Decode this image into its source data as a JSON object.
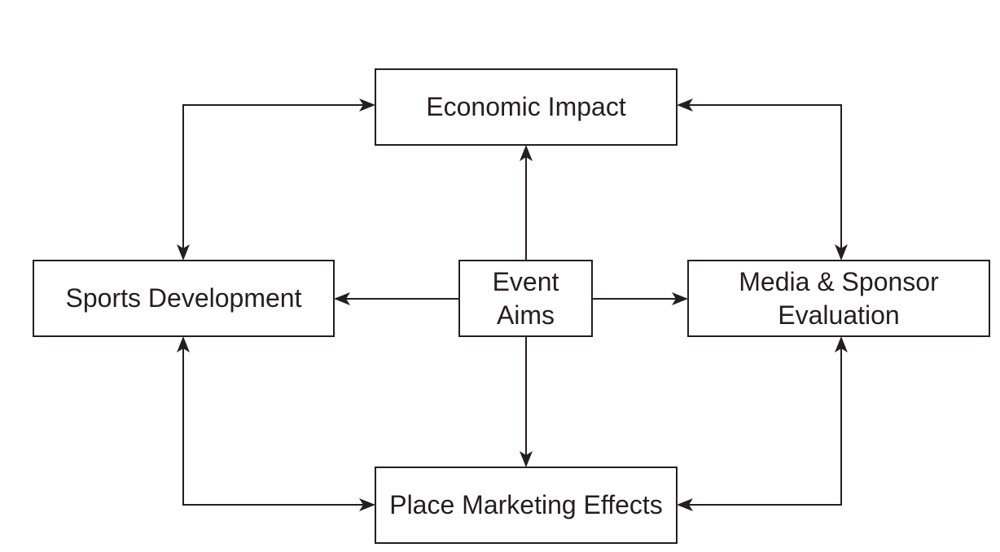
{
  "nodes": {
    "economic_impact": {
      "label": "Economic Impact"
    },
    "sports_development": {
      "label": "Sports Development"
    },
    "event_aims": {
      "line1": "Event",
      "line2": "Aims"
    },
    "media_sponsor": {
      "line1": "Media & Sponsor",
      "line2": "Evaluation"
    },
    "place_marketing": {
      "label": "Place Marketing Effects"
    }
  },
  "edges": [
    {
      "from": "event_aims",
      "to": "economic_impact",
      "direction": "forward"
    },
    {
      "from": "event_aims",
      "to": "sports_development",
      "direction": "forward"
    },
    {
      "from": "event_aims",
      "to": "media_sponsor",
      "direction": "forward"
    },
    {
      "from": "event_aims",
      "to": "place_marketing",
      "direction": "forward"
    },
    {
      "from": "sports_development",
      "to": "economic_impact",
      "direction": "both"
    },
    {
      "from": "media_sponsor",
      "to": "economic_impact",
      "direction": "both"
    },
    {
      "from": "sports_development",
      "to": "place_marketing",
      "direction": "both"
    },
    {
      "from": "media_sponsor",
      "to": "place_marketing",
      "direction": "both"
    }
  ],
  "colors": {
    "stroke": "#231f20",
    "background": "#ffffff",
    "text": "#231f20"
  }
}
